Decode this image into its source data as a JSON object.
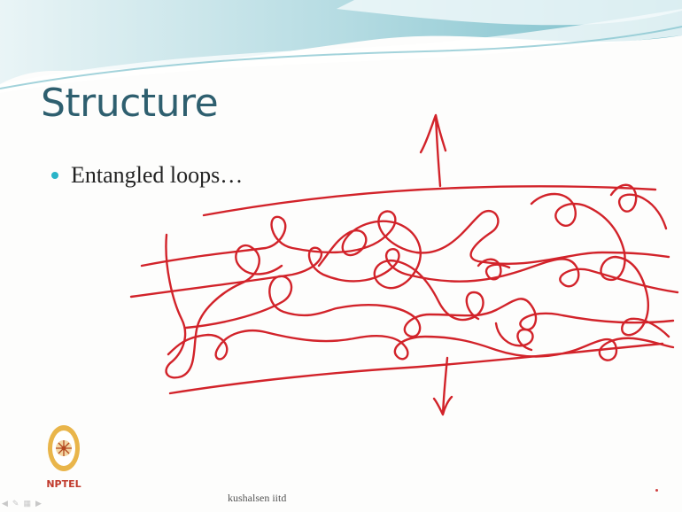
{
  "slide": {
    "title": "Structure",
    "bullets": [
      {
        "text": "Entangled loops…"
      }
    ],
    "logo_text": "NPTEL",
    "footer": "kushalsen iitd"
  },
  "colors": {
    "title": "#2e5f6f",
    "bullet": "#2ab4c8",
    "ink": "#d2232a",
    "wave_dark": "#6fb8c4",
    "wave_light": "#cde9ee"
  },
  "icons": {
    "nav": [
      "arrow-left-icon",
      "pen-icon",
      "grid-icon",
      "arrow-right-icon"
    ]
  }
}
